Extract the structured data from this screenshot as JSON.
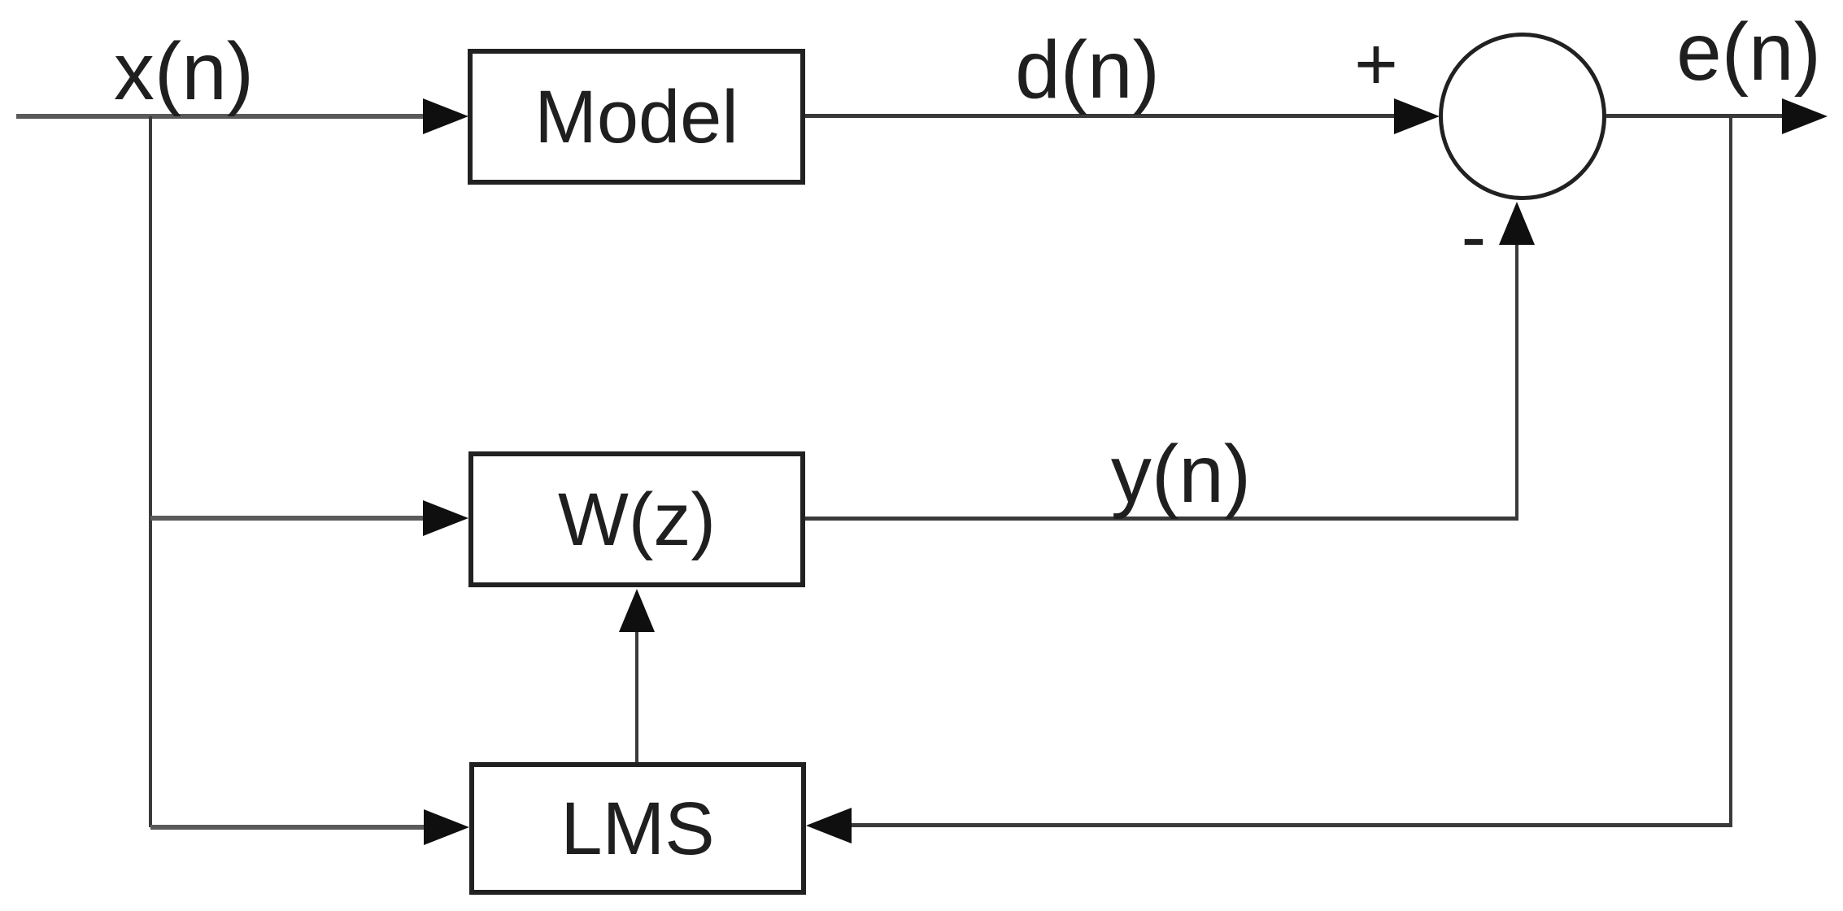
{
  "diagram": {
    "type": "adaptive-filter-block-diagram",
    "description": "LMS adaptive filter system identification block diagram",
    "colors": {
      "background": "#ffffff",
      "block_border": "#212121",
      "line_thick": "#5a5a5a",
      "line_thin": "#3a3a3a",
      "arrowhead": "#0f0f0f",
      "text": "#1f1f1f"
    },
    "blocks": [
      {
        "id": "model",
        "label": "Model"
      },
      {
        "id": "wz",
        "label": "W(z)"
      },
      {
        "id": "lms",
        "label": "LMS"
      }
    ],
    "signals": {
      "input": {
        "label": "x(n)"
      },
      "desired": {
        "label": "d(n)"
      },
      "output": {
        "label": "y(n)"
      },
      "error": {
        "label": "e(n)"
      }
    },
    "summing_junction": {
      "plus_sign": "+",
      "minus_sign": "-"
    },
    "connections": [
      {
        "from": "x(n)",
        "to": "Model"
      },
      {
        "from": "x(n)",
        "to": "W(z)"
      },
      {
        "from": "x(n)",
        "to": "LMS"
      },
      {
        "from": "Model",
        "to": "summing-junction",
        "signal": "d(n)",
        "sign": "+"
      },
      {
        "from": "W(z)",
        "to": "summing-junction",
        "signal": "y(n)",
        "sign": "-"
      },
      {
        "from": "summing-junction",
        "to": "output",
        "signal": "e(n)"
      },
      {
        "from": "e(n)",
        "to": "LMS"
      },
      {
        "from": "LMS",
        "to": "W(z)"
      }
    ]
  }
}
